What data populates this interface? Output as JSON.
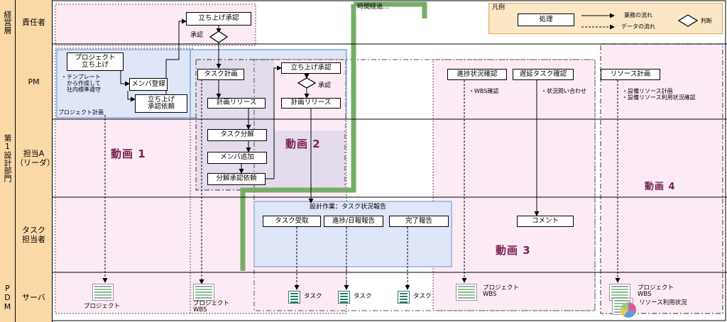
{
  "lanes": {
    "management": "経営層",
    "design_dept": "第1設計部門",
    "pdm": "PDM",
    "responsible": "責任者",
    "pm": "PM",
    "staff_a": "担当A\n（リーダ）",
    "task_staff": "タスク\n担当者",
    "server": "サーバ"
  },
  "time_label": "時間経過…",
  "legend": {
    "title": "凡例",
    "process": "処理",
    "business_flow": "業務の流れ",
    "data_flow": "データの流れ",
    "decision": "判断"
  },
  "boxes": {
    "startup_approval_top": "立ち上げ承認",
    "project_start": "プロジェクト\n立ち上げ",
    "member_register": "メンバ登録",
    "startup_request": "立ち上げ\n承認依頼",
    "task_plan": "タスク計画",
    "plan_release_1": "計画リリース",
    "task_breakdown": "タスク分解",
    "member_add": "メンバ追加",
    "breakdown_request": "分解承認依頼",
    "startup_approval_2": "立ち上げ承認",
    "plan_release_2": "計画リリース",
    "task_accept": "タスク受取",
    "progress_report": "進捗/日報報告",
    "completion_report": "完了報告",
    "progress_check": "進捗状況確認",
    "delay_check": "遅延タスク確認",
    "comment": "コメント",
    "resource_plan": "リソース計画"
  },
  "decisions": {
    "approval_1": "承認",
    "approval_2": "承認"
  },
  "notes": {
    "template": "・テンプレート\n　から作成して\n　社内標準遵守",
    "project_plan": "プロジェクト計画",
    "wbs_check": "・WBS確認",
    "status_inquiry": "・状況問い合わせ",
    "resource_items": "・設備リソース計画\n・設備リソース利用状況確認",
    "design_work": "設計作業：タスク状況報告"
  },
  "movies": {
    "m1": "動画 1",
    "m2": "動画 2",
    "m3": "動画 3",
    "m4": "動画 4"
  },
  "server_items": {
    "project": "プロジェクト",
    "project_wbs_1": "プロジェクト\nWBS",
    "task_1": "タスク",
    "task_2": "タスク",
    "task_3": "タスク",
    "project_wbs_2": "プロジェクト\nWBS",
    "project_wbs_3": "プロジェクト\nWBS",
    "resource_usage": "リソース利用状況"
  },
  "colors": {
    "lane_label_bg": "#fbd9a6",
    "pink_region": "#fcebf5",
    "blue_region": "#dfe6f7",
    "violet_region": "#e4dcec",
    "time_band": "#76ad66",
    "legend_bg": "#fbe7c6",
    "movie_text": "#7a1f4f"
  }
}
